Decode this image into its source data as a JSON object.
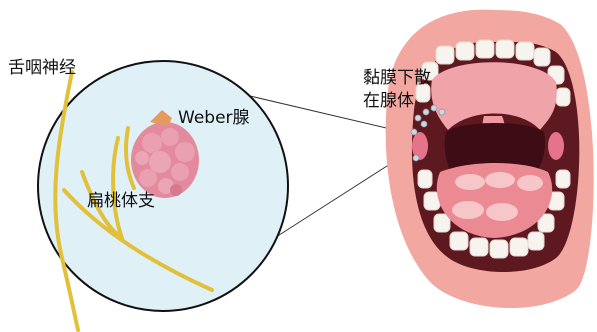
{
  "labels": {
    "nerve": "舌咽神经",
    "weber": "Weber腺",
    "branch": "扁桃体支",
    "minor_glands_line1": "黏膜下散",
    "minor_glands_line2": "在腺体"
  },
  "colors": {
    "lens_fill": "#dff0f7",
    "lens_border": "#111111",
    "nerve": "#e2c13a",
    "tonsil": "#e58ea0",
    "weber_gland": "#e59a5e",
    "lips": "#f2a8a0",
    "mouth_dark": "#5e1820",
    "tongue": "#ec8a94",
    "teeth": "#f7f4ef"
  }
}
